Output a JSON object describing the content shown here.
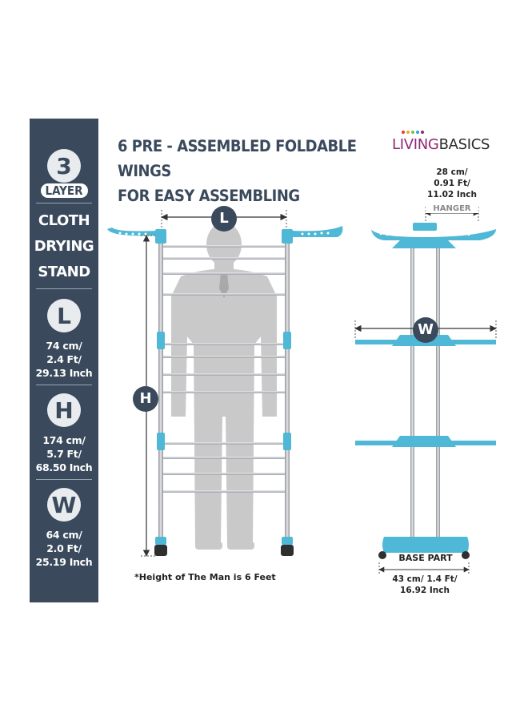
{
  "sidebar": {
    "layer_count": "3",
    "layer_label": "LAYER",
    "title_lines": [
      "CLOTH",
      "DRYING",
      "STAND"
    ],
    "dimensions": [
      {
        "letter": "L",
        "lines": [
          "74 cm/",
          "2.4 Ft/",
          "29.13 Inch"
        ]
      },
      {
        "letter": "H",
        "lines": [
          "174 cm/",
          "5.7 Ft/",
          "68.50 Inch"
        ]
      },
      {
        "letter": "W",
        "lines": [
          "64 cm/",
          "2.0 Ft/",
          "25.19 Inch"
        ]
      }
    ]
  },
  "heading": {
    "line1": "6 PRE - ASSEMBLED FOLDABLE WINGS",
    "line2": "FOR EASY ASSEMBLING"
  },
  "logo": {
    "living": "LIVING",
    "basics": "BASICS",
    "dot_colors": [
      "#e63b2e",
      "#f5a623",
      "#7ac143",
      "#2aa6df",
      "#8e2a74"
    ]
  },
  "front_view": {
    "length_marker": "L",
    "height_marker": "H",
    "note": "*Height of The Man is 6 Feet"
  },
  "side_view": {
    "hanger_lines": [
      "28 cm/",
      "0.91 Ft/",
      "11.02 Inch"
    ],
    "hanger_label": "HANGER",
    "width_marker": "W",
    "base_label": "BASE PART",
    "base_lines": [
      "43 cm/ 1.4 Ft/",
      "16.92 Inch"
    ]
  },
  "colors": {
    "navy": "#3a4a5c",
    "accent_blue": "#4fb8d6",
    "steel": "#b9bcc0",
    "silhouette": "#c9c9c9"
  }
}
